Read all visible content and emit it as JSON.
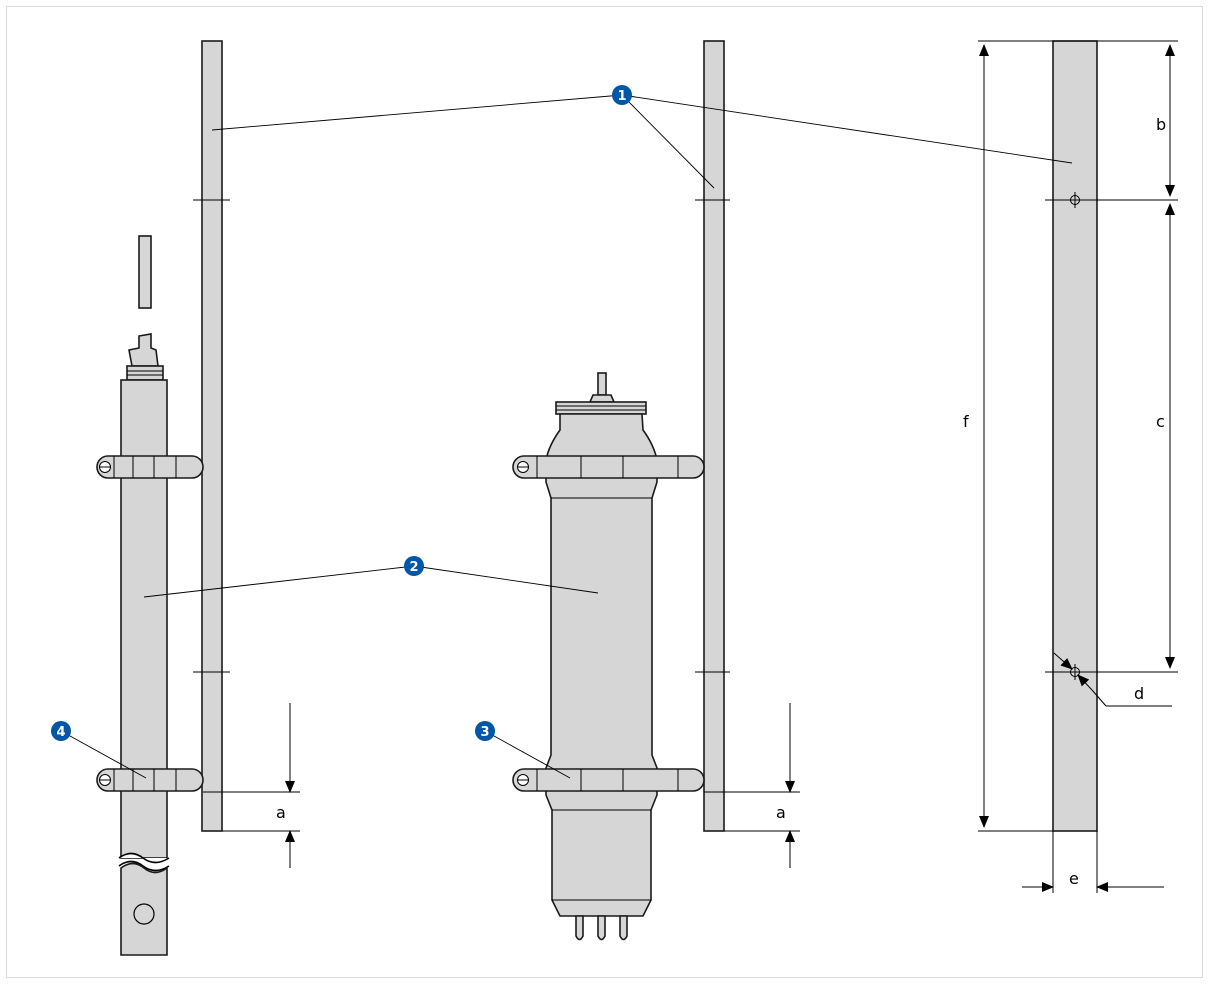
{
  "colors": {
    "part_fill": "#d6d6d6",
    "outline": "#1a1a1a",
    "badge": "#0057a8",
    "badge_text": "#ffffff"
  },
  "callouts": [
    "1",
    "2",
    "3",
    "4"
  ],
  "dimensions": {
    "a": "a",
    "b": "b",
    "c": "c",
    "d": "d",
    "e": "e",
    "f": "f"
  }
}
